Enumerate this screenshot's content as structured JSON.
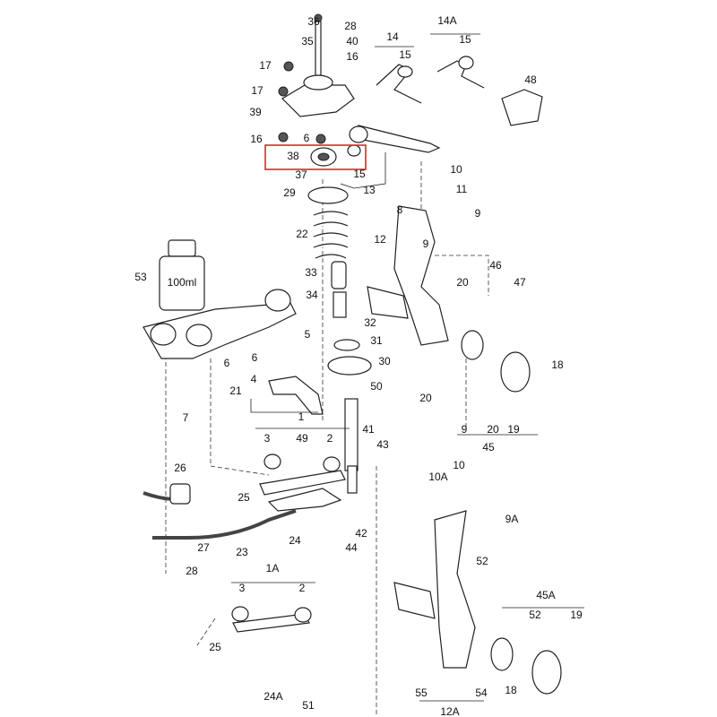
{
  "diagram": {
    "highlight_color": "#e0252b",
    "highlighted_part": "38",
    "bottle_label": "100ml",
    "labels": [
      "36",
      "28",
      "35",
      "40",
      "16",
      "17",
      "14",
      "15",
      "14A",
      "15",
      "48",
      "17",
      "39",
      "16",
      "6",
      "38",
      "15",
      "37",
      "13",
      "10",
      "11",
      "8",
      "9",
      "29",
      "22",
      "12",
      "9",
      "53",
      "33",
      "46",
      "47",
      "34",
      "20",
      "32",
      "5",
      "31",
      "6",
      "30",
      "18",
      "6",
      "21",
      "4",
      "50",
      "7",
      "20",
      "1",
      "41",
      "9",
      "20",
      "19",
      "45",
      "3",
      "49",
      "2",
      "43",
      "26",
      "10A",
      "10",
      "25",
      "9A",
      "24",
      "27",
      "23",
      "42",
      "44",
      "28",
      "52",
      "1A",
      "3",
      "2",
      "45A",
      "52",
      "19",
      "25",
      "24A",
      "51",
      "55",
      "54",
      "18",
      "12A"
    ]
  }
}
